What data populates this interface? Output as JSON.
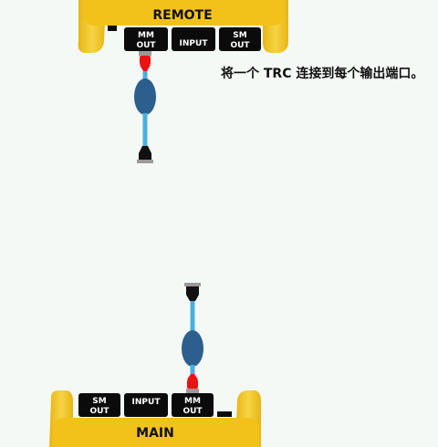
{
  "instruction": "将一个 TRC 连接到每个输出端口。",
  "remote_unit": {
    "label": "REMOTE",
    "ports": {
      "mm_out": [
        "MM",
        "OUT"
      ],
      "input": "INPUT",
      "sm_out": [
        "SM",
        "OUT"
      ]
    }
  },
  "main_unit": {
    "label": "MAIN",
    "ports": {
      "sm_out": [
        "SM",
        "OUT"
      ],
      "input": "INPUT",
      "mm_out": [
        "MM",
        "OUT"
      ]
    }
  },
  "colors": {
    "unit_body": "#f2c21b",
    "port_block": "#0b0b0b",
    "cable": "#4aaee0",
    "transceiver_body": "#2d5f8e",
    "red_connector": "#ee1111",
    "black_connector": "#111111",
    "connector_cap": "#9a9a9a"
  }
}
